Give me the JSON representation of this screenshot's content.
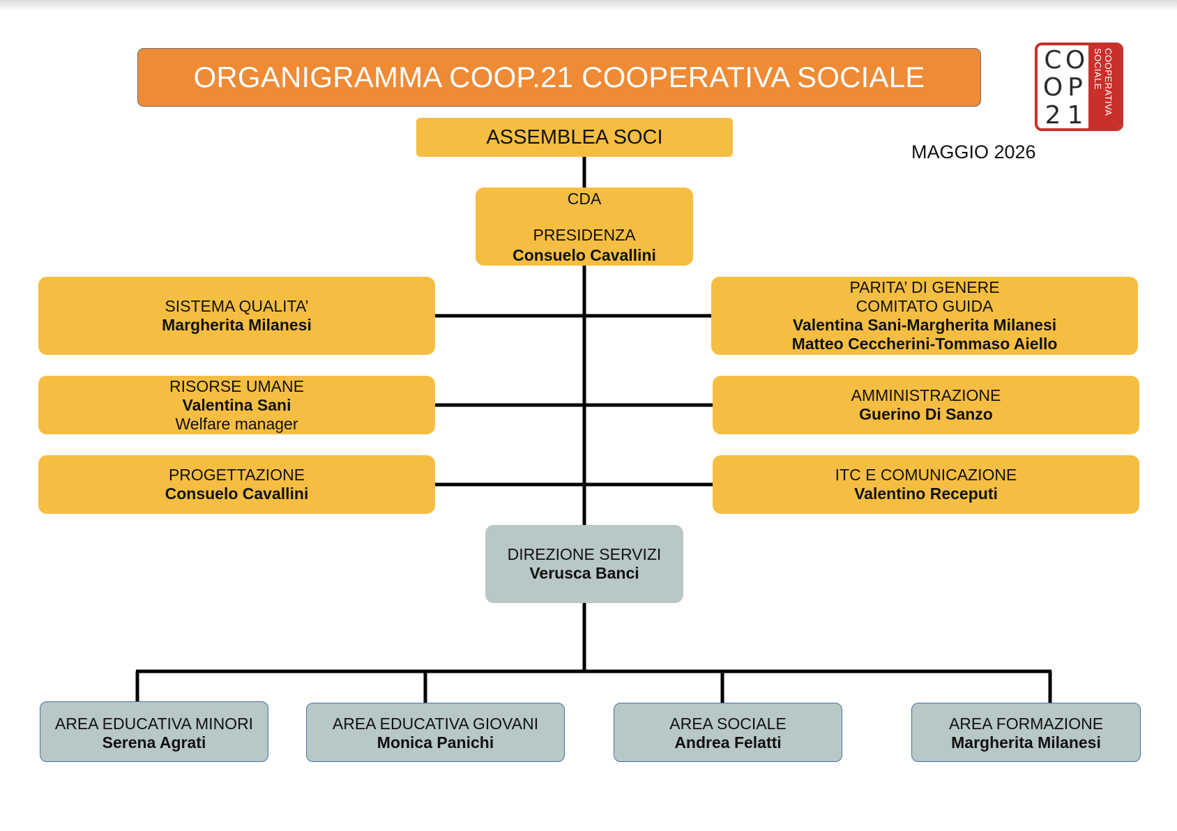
{
  "title": "ORGANIGRAMMA COOP.21 COOPERATIVA SOCIALE",
  "date": "MAGGIO 2026",
  "logo": {
    "letters": [
      "C",
      "O",
      "O",
      "P",
      "2",
      "1"
    ],
    "side_text": "COOPERATIVA SOCIALE"
  },
  "nodes": {
    "assemblea": {
      "label": "ASSEMBLEA SOCI"
    },
    "cda": {
      "label": "CDA",
      "role": "PRESIDENZA",
      "person": "Consuelo Cavallini"
    },
    "qualita": {
      "label": "SISTEMA QUALITA’",
      "person": "Margherita Milanesi"
    },
    "parita": {
      "label": "PARITA’ DI GENERE",
      "sublabel": "COMITATO GUIDA",
      "person1": "Valentina Sani-Margherita Milanesi",
      "person2": "Matteo Ceccherini-Tommaso Aiello"
    },
    "risorse": {
      "label": "RISORSE UMANE",
      "person": "Valentina Sani",
      "note": "Welfare manager"
    },
    "amministrazione": {
      "label": "AMMINISTRAZIONE",
      "person": "Guerino Di Sanzo"
    },
    "progettazione": {
      "label": "PROGETTAZIONE",
      "person": "Consuelo Cavallini"
    },
    "itc": {
      "label": "ITC E COMUNICAZIONE",
      "person": "Valentino Receputi"
    },
    "direzione": {
      "label": "DIREZIONE SERVIZI",
      "person": "Verusca Banci"
    },
    "areas": [
      {
        "label": "AREA EDUCATIVA MINORI",
        "person": "Serena Agrati"
      },
      {
        "label": "AREA EDUCATIVA GIOVANI",
        "person": "Monica Panichi"
      },
      {
        "label": "AREA SOCIALE",
        "person": "Andrea Felatti"
      },
      {
        "label": "AREA FORMAZIONE",
        "person": "Margherita Milanesi"
      }
    ]
  },
  "colors": {
    "title_bg": "#ef8a35",
    "box_yellow": "#f5be42",
    "box_grey": "#b7c8c6",
    "logo_red": "#c9302c"
  }
}
